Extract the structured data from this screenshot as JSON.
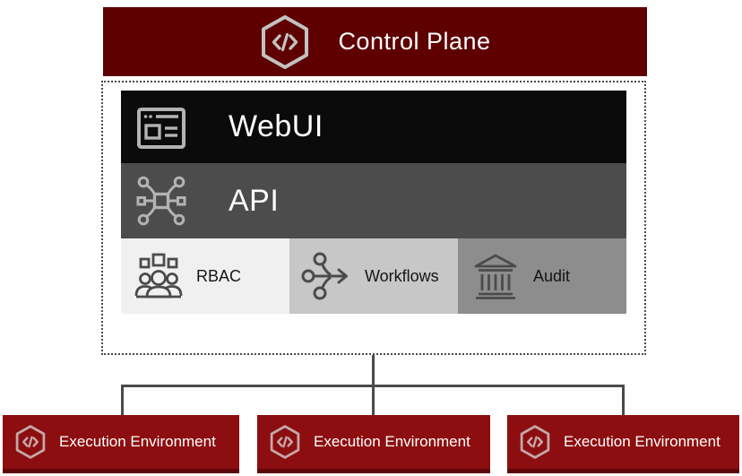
{
  "control_plane": {
    "title": "Control Plane",
    "icon": "code-hexagon-icon",
    "layers": [
      {
        "label": "WebUI",
        "icon": "browser-window-icon"
      },
      {
        "label": "API",
        "icon": "integration-nodes-icon"
      }
    ],
    "modules": [
      {
        "label": "RBAC",
        "icon": "user-group-icon"
      },
      {
        "label": "Workflows",
        "icon": "workflow-branch-icon"
      },
      {
        "label": "Audit",
        "icon": "bank-icon"
      }
    ]
  },
  "execution_environments": [
    {
      "label": "Execution Environment",
      "icon": "code-hexagon-icon"
    },
    {
      "label": "Execution Environment",
      "icon": "code-hexagon-icon"
    },
    {
      "label": "Execution Environment",
      "icon": "code-hexagon-icon"
    }
  ],
  "colors": {
    "header_red": "#5e0000",
    "execution_red": "#8c0e10",
    "webui_black": "#0b0b0b",
    "api_gray": "#4c4c4c",
    "rbac_bg": "#f1f0f0",
    "workflows_bg": "#c8c7c7",
    "audit_bg": "#8e8d8d",
    "connector_gray": "#4a4a4a"
  }
}
